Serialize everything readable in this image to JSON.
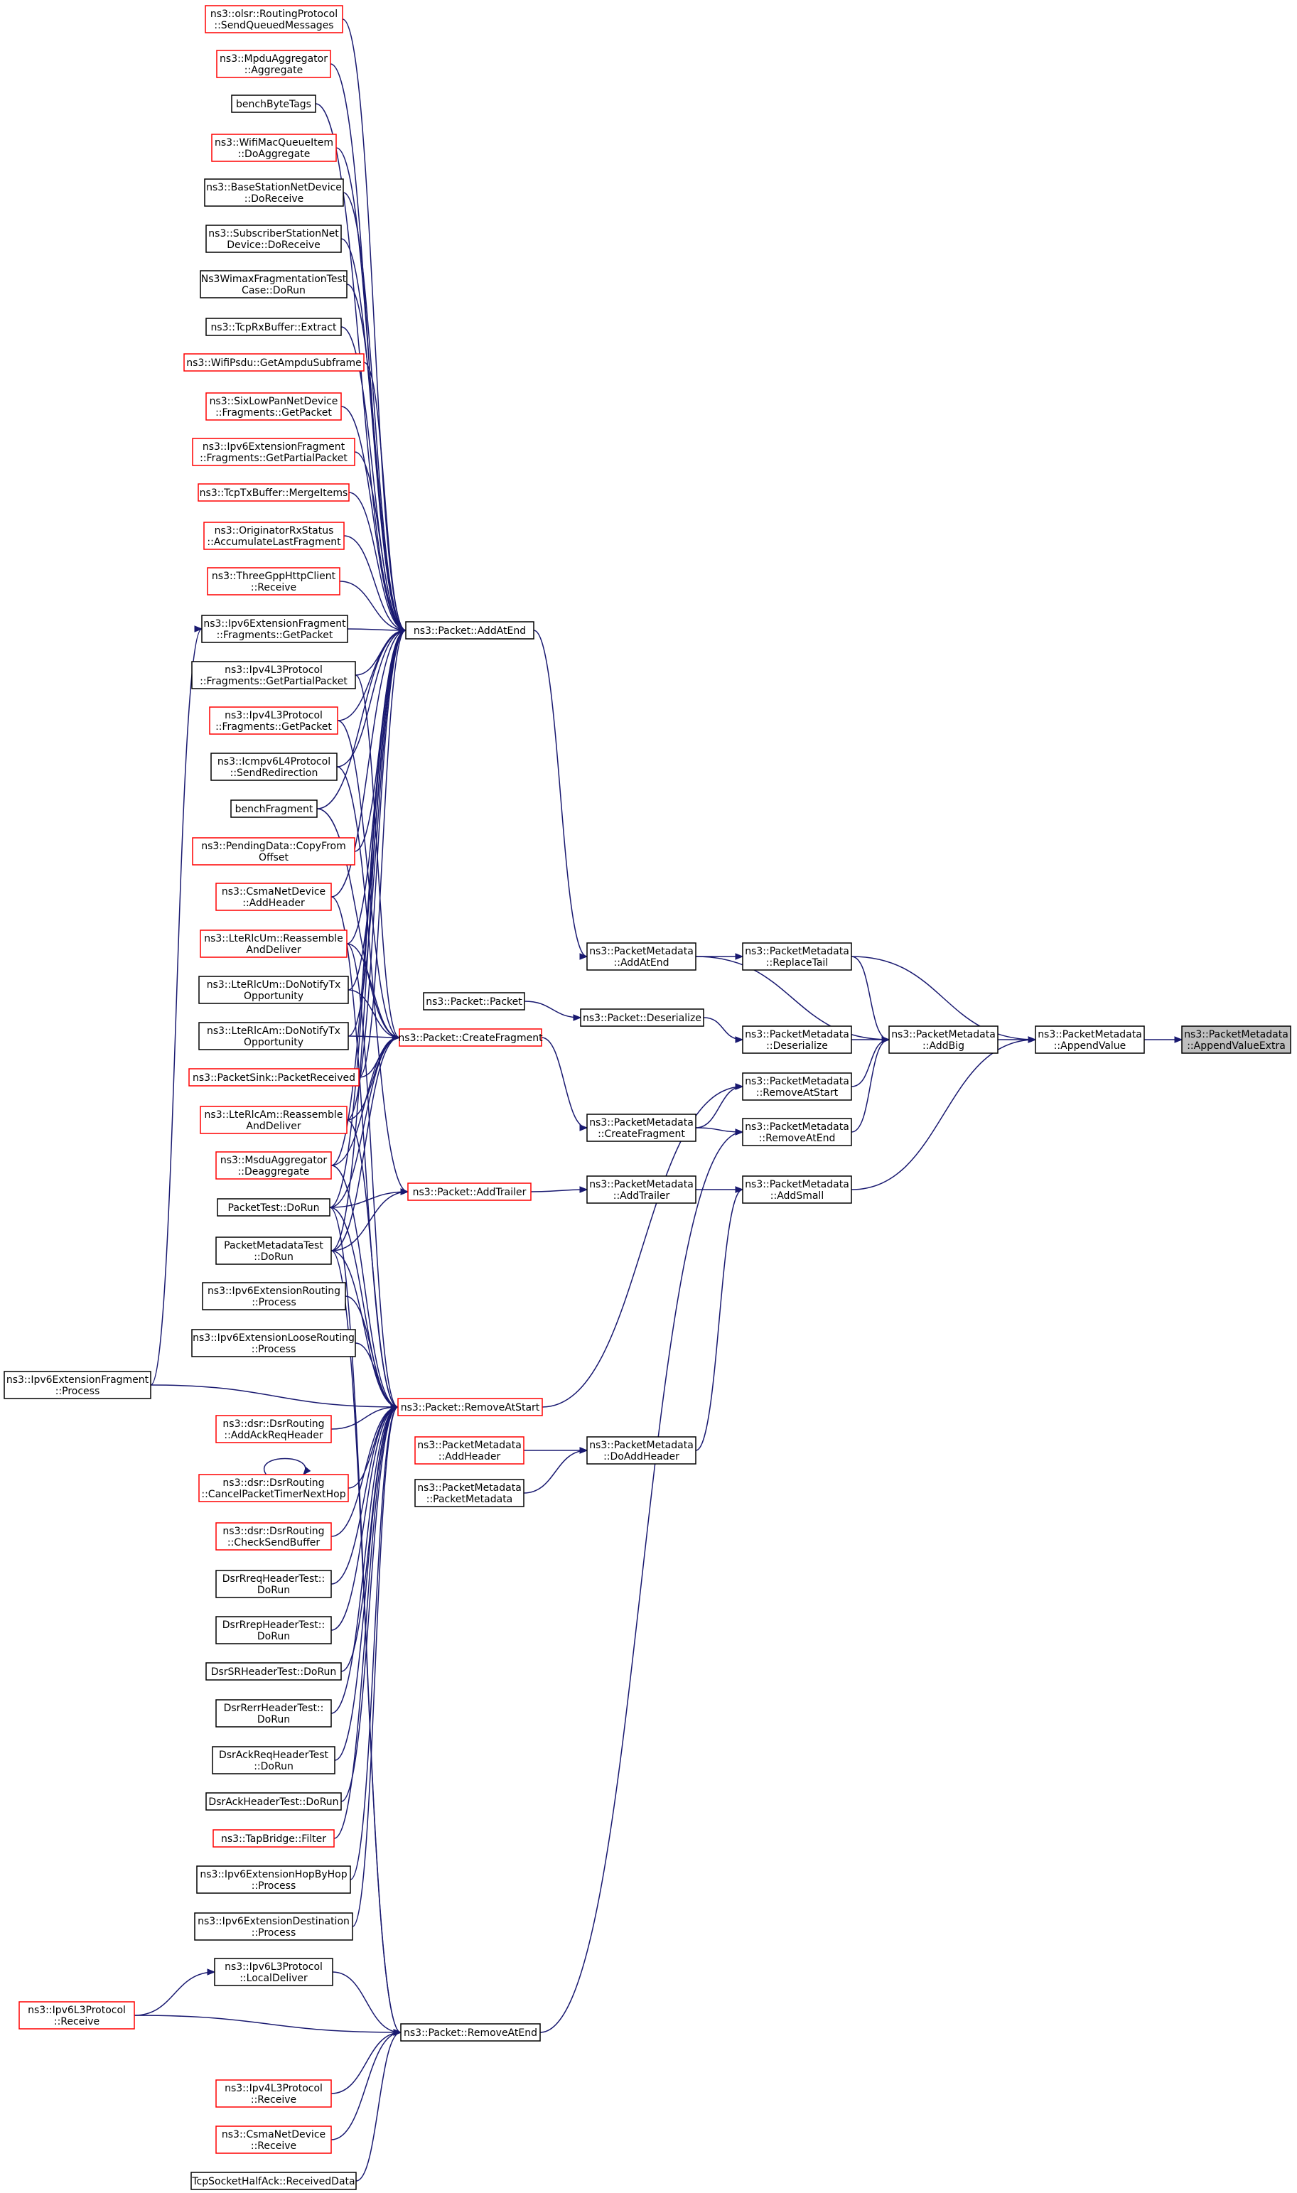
{
  "nodes": [
    {
      "id": "target",
      "lines": [
        "ns3::PacketMetadata",
        "::AppendValueExtra"
      ],
      "style": "gray"
    },
    {
      "id": "appendValue",
      "lines": [
        "ns3::PacketMetadata",
        "::AppendValue"
      ],
      "style": "black"
    },
    {
      "id": "replaceTail",
      "lines": [
        "ns3::PacketMetadata",
        "::ReplaceTail"
      ],
      "style": "black"
    },
    {
      "id": "addBig",
      "lines": [
        "ns3::PacketMetadata",
        "::AddBig"
      ],
      "style": "black"
    },
    {
      "id": "addSmall",
      "lines": [
        "ns3::PacketMetadata",
        "::AddSmall"
      ],
      "style": "black"
    },
    {
      "id": "pmAddAtEnd",
      "lines": [
        "ns3::PacketMetadata",
        "::AddAtEnd"
      ],
      "style": "black"
    },
    {
      "id": "pmDeserialize",
      "lines": [
        "ns3::PacketMetadata",
        "::Deserialize"
      ],
      "style": "black"
    },
    {
      "id": "pmRemoveAtStart",
      "lines": [
        "ns3::PacketMetadata",
        "::RemoveAtStart"
      ],
      "style": "black"
    },
    {
      "id": "pmRemoveAtEnd",
      "lines": [
        "ns3::PacketMetadata",
        "::RemoveAtEnd"
      ],
      "style": "black"
    },
    {
      "id": "pmCreateFragment",
      "lines": [
        "ns3::PacketMetadata",
        "::CreateFragment"
      ],
      "style": "black"
    },
    {
      "id": "pmAddTrailer",
      "lines": [
        "ns3::PacketMetadata",
        "::AddTrailer"
      ],
      "style": "black"
    },
    {
      "id": "pmDoAddHeader",
      "lines": [
        "ns3::PacketMetadata",
        "::DoAddHeader"
      ],
      "style": "black"
    },
    {
      "id": "pmAddHeader",
      "lines": [
        "ns3::PacketMetadata",
        "::AddHeader"
      ],
      "style": "red"
    },
    {
      "id": "pmPacketMetadata",
      "lines": [
        "ns3::PacketMetadata",
        "::PacketMetadata"
      ],
      "style": "black"
    },
    {
      "id": "pDeserialize",
      "lines": [
        "ns3::Packet::Deserialize"
      ],
      "style": "black"
    },
    {
      "id": "pPacket",
      "lines": [
        "ns3::Packet::Packet"
      ],
      "style": "black"
    },
    {
      "id": "pAddAtEnd",
      "lines": [
        "ns3::Packet::AddAtEnd"
      ],
      "style": "black"
    },
    {
      "id": "pCreateFragment",
      "lines": [
        "ns3::Packet::CreateFragment"
      ],
      "style": "red"
    },
    {
      "id": "pAddTrailer",
      "lines": [
        "ns3::Packet::AddTrailer"
      ],
      "style": "red"
    },
    {
      "id": "pRemoveAtStart",
      "lines": [
        "ns3::Packet::RemoveAtStart"
      ],
      "style": "red"
    },
    {
      "id": "pRemoveAtEnd",
      "lines": [
        "ns3::Packet::RemoveAtEnd"
      ],
      "style": "black"
    },
    {
      "id": "olsr",
      "lines": [
        "ns3::olsr::RoutingProtocol",
        "::SendQueuedMessages"
      ],
      "style": "red"
    },
    {
      "id": "mpduAgg",
      "lines": [
        "ns3::MpduAggregator",
        "::Aggregate"
      ],
      "style": "red"
    },
    {
      "id": "benchByteTags",
      "lines": [
        "benchByteTags"
      ],
      "style": "black"
    },
    {
      "id": "wifiMacQueue",
      "lines": [
        "ns3::WifiMacQueueItem",
        "::DoAggregate"
      ],
      "style": "red"
    },
    {
      "id": "bsNetDev",
      "lines": [
        "ns3::BaseStationNetDevice",
        "::DoReceive"
      ],
      "style": "black"
    },
    {
      "id": "ssNetDev",
      "lines": [
        "ns3::SubscriberStationNet",
        "Device::DoReceive"
      ],
      "style": "black"
    },
    {
      "id": "wimaxFrag",
      "lines": [
        "Ns3WimaxFragmentationTest",
        "Case::DoRun"
      ],
      "style": "black"
    },
    {
      "id": "tcpRxBuffer",
      "lines": [
        "ns3::TcpRxBuffer::Extract"
      ],
      "style": "black"
    },
    {
      "id": "wifiPsdu",
      "lines": [
        "ns3::WifiPsdu::GetAmpduSubframe"
      ],
      "style": "red"
    },
    {
      "id": "sixLowPan",
      "lines": [
        "ns3::SixLowPanNetDevice",
        "::Fragments::GetPacket"
      ],
      "style": "red"
    },
    {
      "id": "ipv6ExtFragPartial",
      "lines": [
        "ns3::Ipv6ExtensionFragment",
        "::Fragments::GetPartialPacket"
      ],
      "style": "red"
    },
    {
      "id": "tcpTxBuffer",
      "lines": [
        "ns3::TcpTxBuffer::MergeItems"
      ],
      "style": "red"
    },
    {
      "id": "origRx",
      "lines": [
        "ns3::OriginatorRxStatus",
        "::AccumulateLastFragment"
      ],
      "style": "red"
    },
    {
      "id": "threeGpp",
      "lines": [
        "ns3::ThreeGppHttpClient",
        "::Receive"
      ],
      "style": "red"
    },
    {
      "id": "ipv6ExtFragGet",
      "lines": [
        "ns3::Ipv6ExtensionFragment",
        "::Fragments::GetPacket"
      ],
      "style": "black"
    },
    {
      "id": "ipv4L3Partial",
      "lines": [
        "ns3::Ipv4L3Protocol",
        "::Fragments::GetPartialPacket"
      ],
      "style": "black"
    },
    {
      "id": "ipv4L3Get",
      "lines": [
        "ns3::Ipv4L3Protocol",
        "::Fragments::GetPacket"
      ],
      "style": "red"
    },
    {
      "id": "icmpv6",
      "lines": [
        "ns3::Icmpv6L4Protocol",
        "::SendRedirection"
      ],
      "style": "black"
    },
    {
      "id": "benchFragment",
      "lines": [
        "benchFragment"
      ],
      "style": "black"
    },
    {
      "id": "pendingData",
      "lines": [
        "ns3::PendingData::CopyFrom",
        "Offset"
      ],
      "style": "red"
    },
    {
      "id": "csmaAddHeader",
      "lines": [
        "ns3::CsmaNetDevice",
        "::AddHeader"
      ],
      "style": "red"
    },
    {
      "id": "lteRlcUmReassemble",
      "lines": [
        "ns3::LteRlcUm::Reassemble",
        "AndDeliver"
      ],
      "style": "red"
    },
    {
      "id": "lteRlcUmNotify",
      "lines": [
        "ns3::LteRlcUm::DoNotifyTx",
        "Opportunity"
      ],
      "style": "black"
    },
    {
      "id": "lteRlcAmNotify",
      "lines": [
        "ns3::LteRlcAm::DoNotifyTx",
        "Opportunity"
      ],
      "style": "black"
    },
    {
      "id": "packetSink",
      "lines": [
        "ns3::PacketSink::PacketReceived"
      ],
      "style": "red"
    },
    {
      "id": "lteRlcAmReassemble",
      "lines": [
        "ns3::LteRlcAm::Reassemble",
        "AndDeliver"
      ],
      "style": "red"
    },
    {
      "id": "msduAgg",
      "lines": [
        "ns3::MsduAggregator",
        "::Deaggregate"
      ],
      "style": "red"
    },
    {
      "id": "packetTest",
      "lines": [
        "PacketTest::DoRun"
      ],
      "style": "black"
    },
    {
      "id": "pmTest",
      "lines": [
        "PacketMetadataTest",
        "::DoRun"
      ],
      "style": "black"
    },
    {
      "id": "ipv6ExtRouting",
      "lines": [
        "ns3::Ipv6ExtensionRouting",
        "::Process"
      ],
      "style": "black"
    },
    {
      "id": "ipv6ExtLoose",
      "lines": [
        "ns3::Ipv6ExtensionLooseRouting",
        "::Process"
      ],
      "style": "black"
    },
    {
      "id": "ipv6ExtFragProcess",
      "lines": [
        "ns3::Ipv6ExtensionFragment",
        "::Process"
      ],
      "style": "black"
    },
    {
      "id": "dsrAddAck",
      "lines": [
        "ns3::dsr::DsrRouting",
        "::AddAckReqHeader"
      ],
      "style": "red"
    },
    {
      "id": "dsrCancel",
      "lines": [
        "ns3::dsr::DsrRouting",
        "::CancelPacketTimerNextHop"
      ],
      "style": "red"
    },
    {
      "id": "dsrCheck",
      "lines": [
        "ns3::dsr::DsrRouting",
        "::CheckSendBuffer"
      ],
      "style": "red"
    },
    {
      "id": "dsrRreq",
      "lines": [
        "DsrRreqHeaderTest::",
        "DoRun"
      ],
      "style": "black"
    },
    {
      "id": "dsrRrep",
      "lines": [
        "DsrRrepHeaderTest::",
        "DoRun"
      ],
      "style": "black"
    },
    {
      "id": "dsrSR",
      "lines": [
        "DsrSRHeaderTest::DoRun"
      ],
      "style": "black"
    },
    {
      "id": "dsrRerr",
      "lines": [
        "DsrRerrHeaderTest::",
        "DoRun"
      ],
      "style": "black"
    },
    {
      "id": "dsrAckReq",
      "lines": [
        "DsrAckReqHeaderTest",
        "::DoRun"
      ],
      "style": "black"
    },
    {
      "id": "dsrAck",
      "lines": [
        "DsrAckHeaderTest::DoRun"
      ],
      "style": "black"
    },
    {
      "id": "tapBridge",
      "lines": [
        "ns3::TapBridge::Filter"
      ],
      "style": "red"
    },
    {
      "id": "ipv6HopByHop",
      "lines": [
        "ns3::Ipv6ExtensionHopByHop",
        "::Process"
      ],
      "style": "black"
    },
    {
      "id": "ipv6Dest",
      "lines": [
        "ns3::Ipv6ExtensionDestination",
        "::Process"
      ],
      "style": "black"
    },
    {
      "id": "ipv6L3Local",
      "lines": [
        "ns3::Ipv6L3Protocol",
        "::LocalDeliver"
      ],
      "style": "black"
    },
    {
      "id": "ipv6L3Receive",
      "lines": [
        "ns3::Ipv6L3Protocol",
        "::Receive"
      ],
      "style": "red"
    },
    {
      "id": "ipv4L3Receive",
      "lines": [
        "ns3::Ipv4L3Protocol",
        "::Receive"
      ],
      "style": "red"
    },
    {
      "id": "csmaReceive",
      "lines": [
        "ns3::CsmaNetDevice",
        "::Receive"
      ],
      "style": "red"
    },
    {
      "id": "tcpHalfAck",
      "lines": [
        "TcpSocketHalfAck::ReceivedData"
      ],
      "style": "black"
    }
  ]
}
